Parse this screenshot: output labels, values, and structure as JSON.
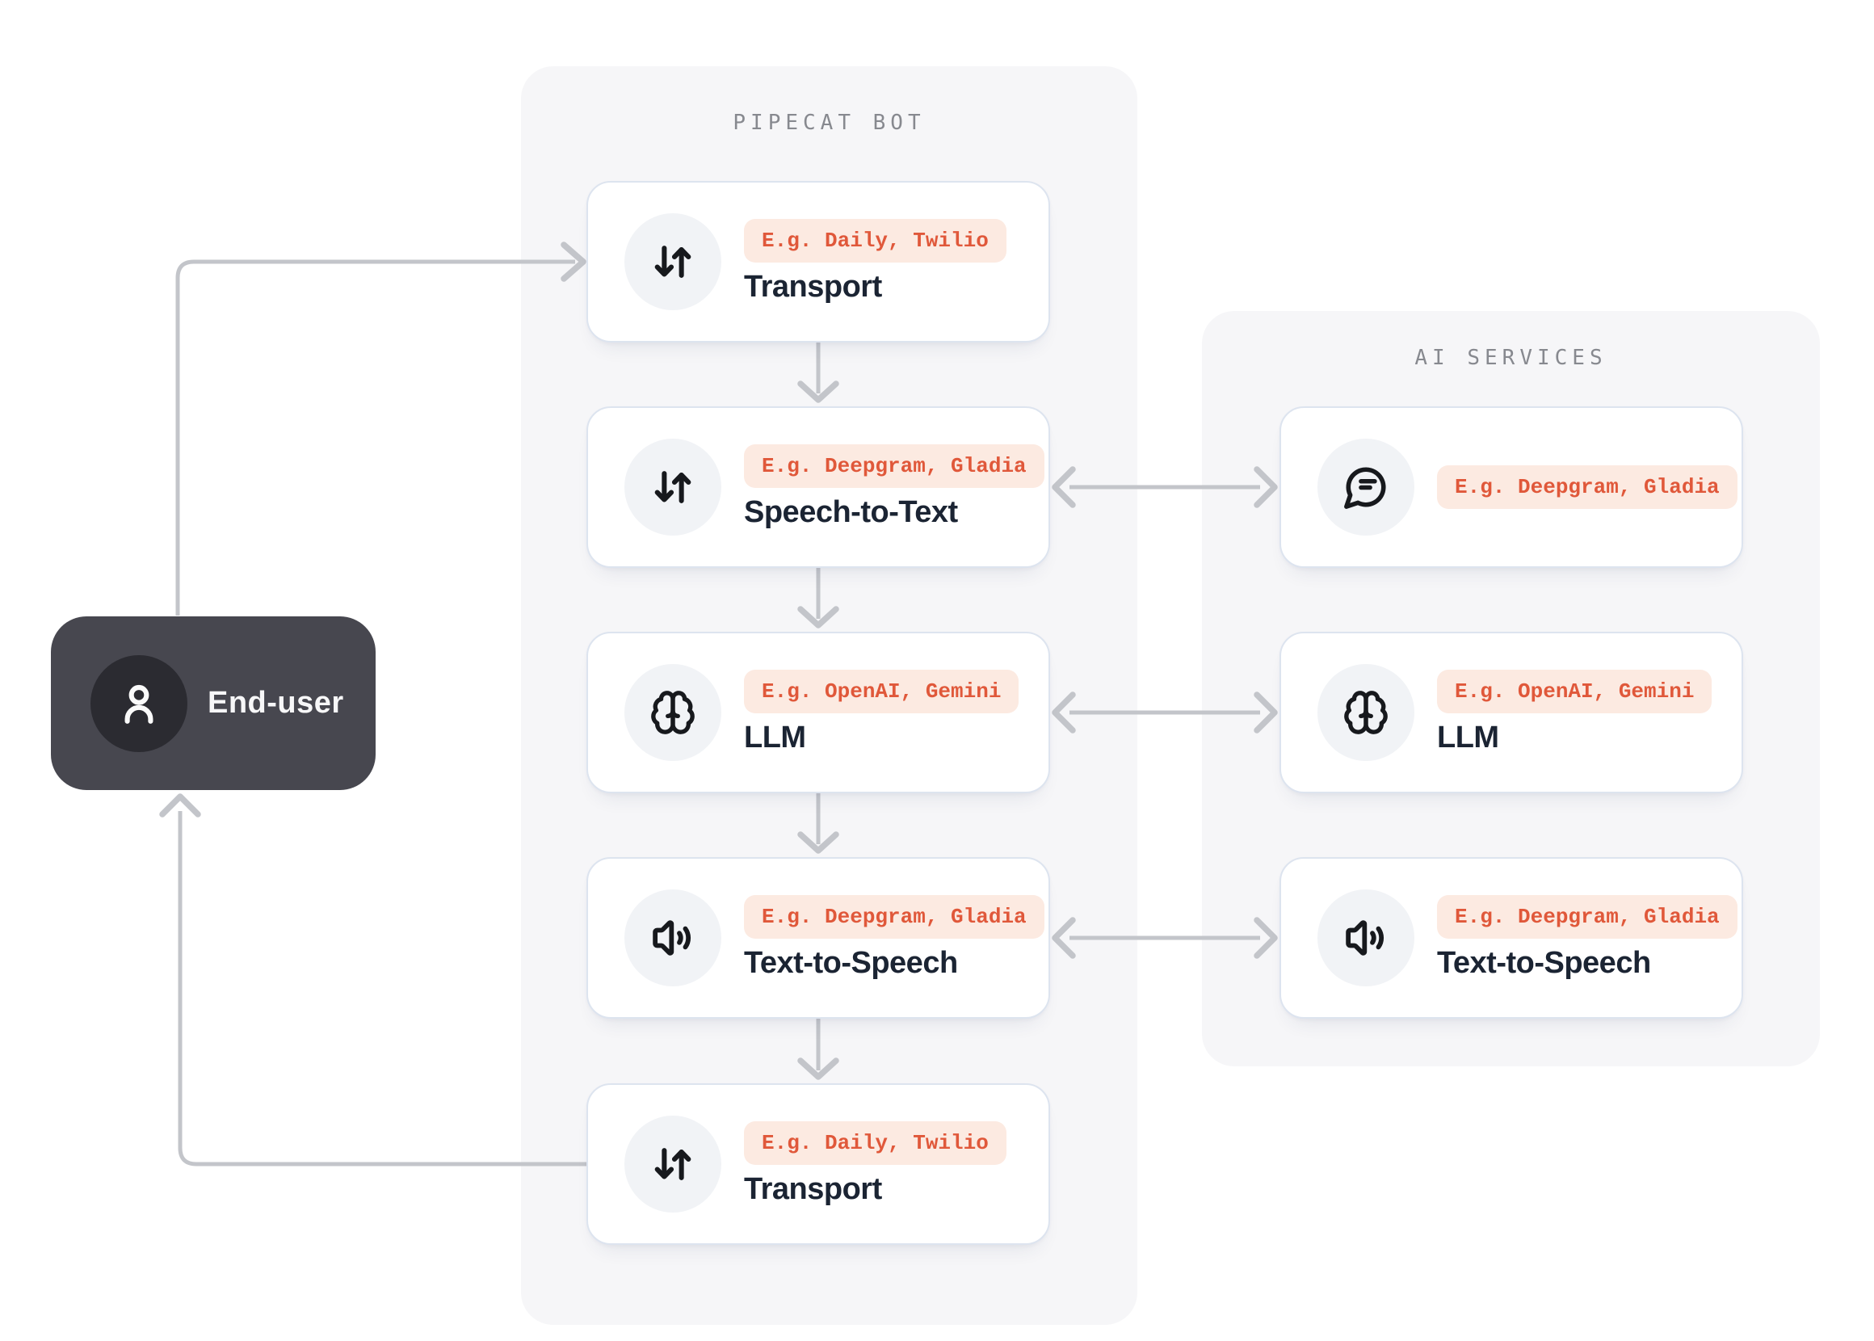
{
  "colors": {
    "accent": "#e0583a",
    "badge_bg": "#fceae1",
    "line": "#c3c5ca",
    "card_border": "#dde4ef",
    "panel_bg": "#f6f6f8",
    "title_text": "#1b2433",
    "muted_text": "#87898f",
    "enduser_bg": "#47474f",
    "enduser_avatar_bg": "#2b2b31",
    "icon_circle_bg": "#f1f3f6",
    "icon_stroke": "#17191d"
  },
  "end_user": {
    "label": "End-user",
    "icon": "user-icon"
  },
  "pipecat_panel": {
    "title": "PIPECAT BOT",
    "cards": [
      {
        "icon": "transport-arrows-icon",
        "badge": "E.g. Daily, Twilio",
        "title": "Transport"
      },
      {
        "icon": "transport-arrows-icon",
        "badge": "E.g. Deepgram, Gladia",
        "title": "Speech-to-Text"
      },
      {
        "icon": "brain-icon",
        "badge": "E.g. OpenAI, Gemini",
        "title": "LLM"
      },
      {
        "icon": "speaker-icon",
        "badge": "E.g. Deepgram, Gladia",
        "title": "Text-to-Speech"
      },
      {
        "icon": "transport-arrows-icon",
        "badge": "E.g. Daily, Twilio",
        "title": "Transport"
      }
    ]
  },
  "ai_panel": {
    "title": "AI SERVICES",
    "cards": [
      {
        "icon": "chat-bubble-icon",
        "badge": "E.g. Deepgram, Gladia",
        "title": ""
      },
      {
        "icon": "brain-icon",
        "badge": "E.g. OpenAI, Gemini",
        "title": "LLM"
      },
      {
        "icon": "speaker-icon",
        "badge": "E.g. Deepgram, Gladia",
        "title": "Text-to-Speech"
      }
    ]
  }
}
